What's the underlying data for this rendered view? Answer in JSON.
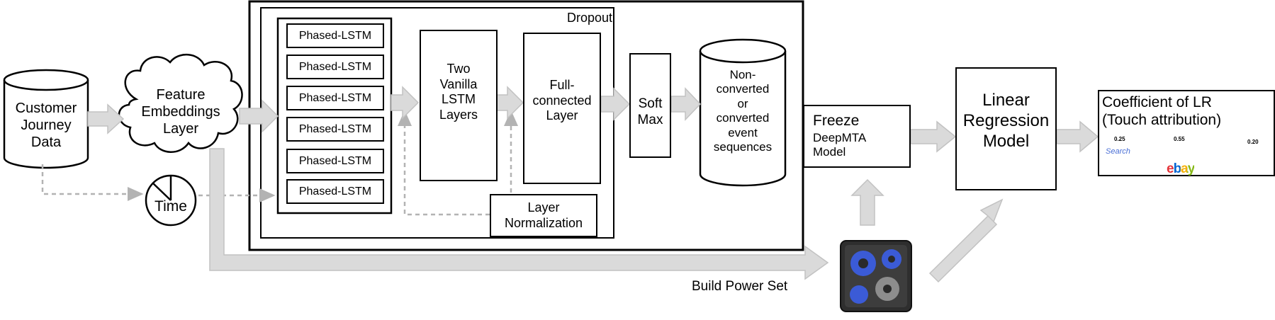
{
  "labels": {
    "customer_data": "Customer\nJourney\nData",
    "feature_embeddings": "Feature\nEmbeddings\nLayer",
    "time": "Time",
    "dropout": "Dropout",
    "phased_lstm": [
      "Phased-LSTM",
      "Phased-LSTM",
      "Phased-LSTM",
      "Phased-LSTM",
      "Phased-LSTM",
      "Phased-LSTM"
    ],
    "two_vanilla": "Two\nVanilla\nLSTM\nLayers",
    "full_connected": "Full-\nconnected\nLayer",
    "layer_norm": "Layer\nNormalization",
    "softmax": "Soft\nMax",
    "event_sequences": "Non-\nconverted\nor\nconverted\nevent\nsequences",
    "freeze_title": "Freeze",
    "freeze_sub": "DeepMTA\nModel",
    "linear_regression": "Linear\nRegression\nModel",
    "coefficient": "Coefficient of LR\n (Touch attribution)",
    "build_power_set": "Build Power Set"
  },
  "attribution": {
    "weights": [
      "0.25",
      "0.55",
      "0.20"
    ],
    "search_logo": "Search",
    "ebay_logo": "ebay"
  },
  "icons": [
    "gears-icon",
    "social-media-icons"
  ],
  "colors": {
    "arrow_fill": "#dadada",
    "arrow_stroke": "#c2c2c2",
    "dashed": "#b3b3b3",
    "gear_blue": "#3b5bd6",
    "gear_gray": "#8d8d8d"
  }
}
